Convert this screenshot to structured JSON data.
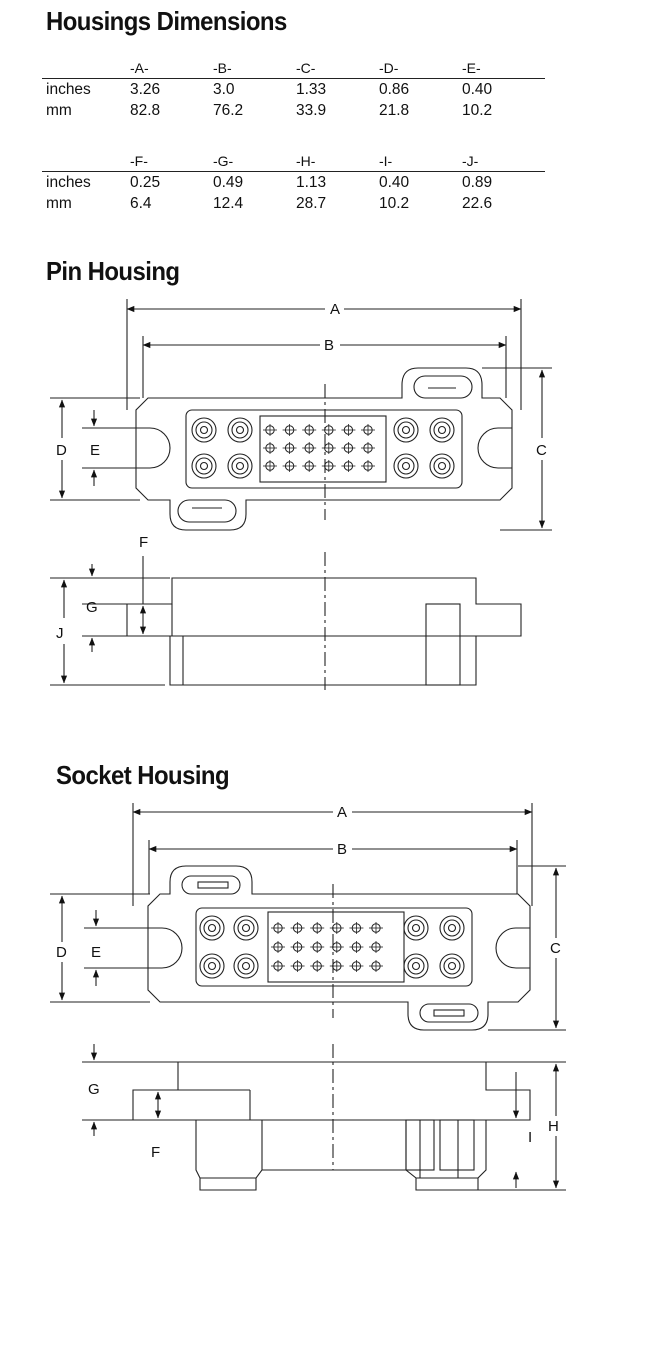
{
  "section_titles": {
    "dimensions": "Housings Dimensions",
    "pin": "Pin Housing",
    "socket": "Socket Housing"
  },
  "table1": {
    "headers": [
      "-A-",
      "-B-",
      "-C-",
      "-D-",
      "-E-"
    ],
    "rows": [
      {
        "label": "inches",
        "values": [
          "3.26",
          "3.0",
          "1.33",
          "0.86",
          "0.40"
        ]
      },
      {
        "label": "mm",
        "values": [
          "82.8",
          "76.2",
          "33.9",
          "21.8",
          "10.2"
        ]
      }
    ]
  },
  "table2": {
    "headers": [
      "-F-",
      "-G-",
      "-H-",
      "-I-",
      "-J-"
    ],
    "rows": [
      {
        "label": "inches",
        "values": [
          "0.25",
          "0.49",
          "1.13",
          "0.40",
          "0.89"
        ]
      },
      {
        "label": "mm",
        "values": [
          "6.4",
          "12.4",
          "28.7",
          "10.2",
          "22.6"
        ]
      }
    ]
  },
  "pin_labels": {
    "a": "A",
    "b": "B",
    "c": "C",
    "d": "D",
    "e": "E",
    "f": "F",
    "g": "G",
    "j": "J"
  },
  "socket_labels": {
    "a": "A",
    "b": "B",
    "c": "C",
    "d": "D",
    "e": "E",
    "f": "F",
    "g": "G",
    "h": "H",
    "i": "I"
  }
}
